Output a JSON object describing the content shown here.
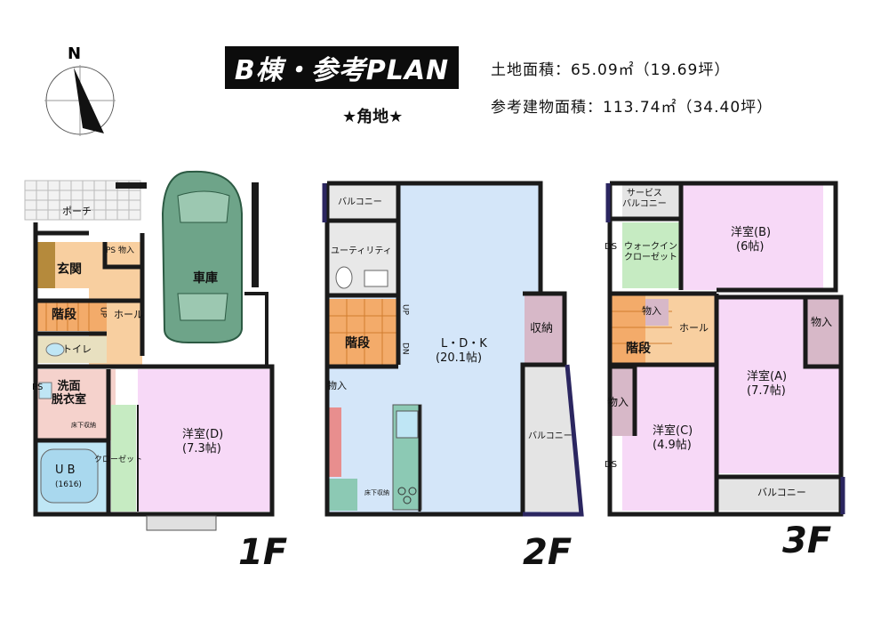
{
  "title": "B棟・参考PLAN",
  "corner_lot": "★角地★",
  "land_area": "土地面積：65.09㎡（19.69坪）",
  "building_area": "参考建物面積：113.74㎡（34.40坪）",
  "compass_letter": "N",
  "floors": {
    "f1": {
      "label": "1F",
      "porch": "ポーチ",
      "entrance": "玄関",
      "ps_storage": "PS 物入",
      "stairs": "階段",
      "up": "UP",
      "hall": "ホール",
      "toilet": "トイレ",
      "ps": "PS",
      "washroom": "洗面\n脱衣室",
      "underfloor": "床下収納",
      "ub": "U  B",
      "ub_size": "(1616)",
      "closet": "クローゼット",
      "room_d": "洋室(D)",
      "room_d_size": "(7.3帖)",
      "garage": "車庫"
    },
    "f2": {
      "label": "2F",
      "balcony_top": "バルコニー",
      "utility": "ユーティリティ",
      "stairs": "階段",
      "up": "UP",
      "dn": "DN",
      "ldk": "L・D・K",
      "ldk_size": "(20.1帖)",
      "storage_right": "収納",
      "storage_left": "物入",
      "balcony_right": "バルコニー",
      "underfloor": "床下収納"
    },
    "f3": {
      "label": "3F",
      "service_balcony": "サービス\nバルコニー",
      "ds_top": "DS",
      "walkin": "ウォークイン\nクローゼット",
      "room_b": "洋室(B)",
      "room_b_size": "(6帖)",
      "storage_hall": "物入",
      "hall": "ホール",
      "stairs": "階段",
      "storage_right": "物入",
      "room_a": "洋室(A)",
      "room_a_size": "(7.7帖)",
      "storage_left": "物入",
      "room_c": "洋室(C)",
      "room_c_size": "(4.9帖)",
      "ds_bottom": "DS",
      "balcony": "バルコニー"
    }
  },
  "colors": {
    "wall": "#1a1a1a",
    "ldk": "#d4e6f9",
    "room_pink": "#f7d9f7",
    "wet_pink": "#f5d2cc",
    "hall_orange": "#f8cfa0",
    "stairs_orange": "#f3ab6a",
    "storage_mauve": "#d7b8c8",
    "closet_green": "#c6ebc2",
    "utility_grey": "#dddddd",
    "car_green": "#6ea489",
    "entrance_brown": "#b58a3c",
    "kitchen_teal": "#8cc9b4",
    "kitchen_red": "#e88e8e",
    "accent_navy": "#2b2660"
  }
}
